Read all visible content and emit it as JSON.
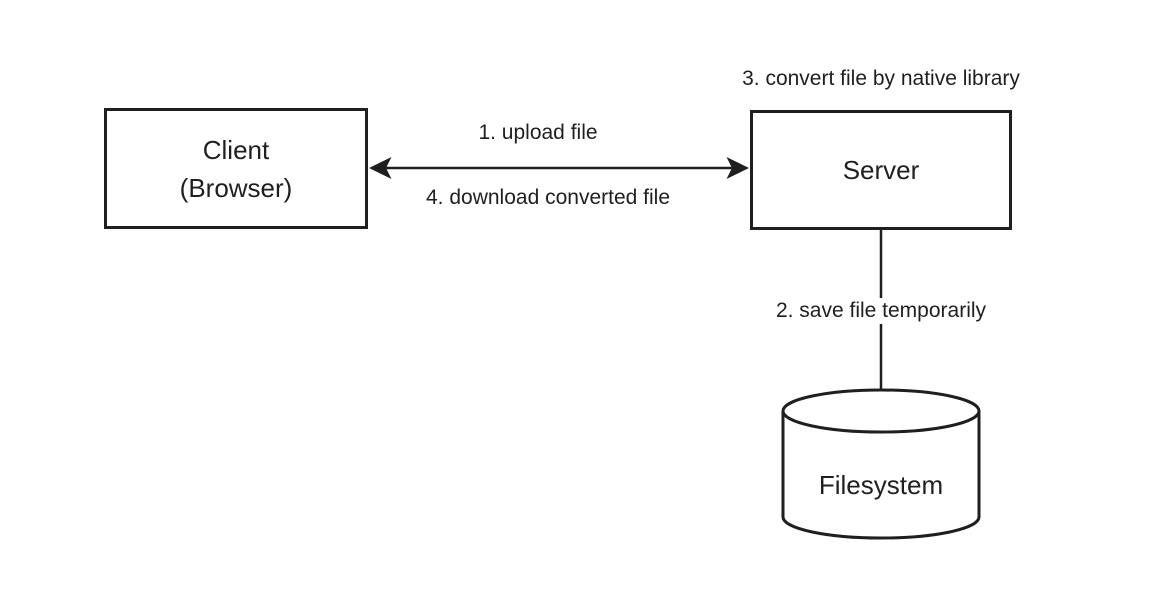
{
  "diagram": {
    "colors": {
      "background": "#ffffff",
      "stroke": "#1f1f1f",
      "text": "#1f1f1f"
    },
    "nodes": {
      "client": {
        "shape": "rectangle",
        "label_line1": "Client",
        "label_line2": "(Browser)"
      },
      "server": {
        "shape": "rectangle",
        "label": "Server"
      },
      "filesystem": {
        "shape": "cylinder",
        "label": "Filesystem"
      }
    },
    "edges": {
      "client_server": {
        "type": "double-arrow",
        "label_top": "1. upload file",
        "label_bottom": "4. download converted file"
      },
      "server_filesystem": {
        "type": "line",
        "label": "2. save file temporarily"
      }
    },
    "annotations": {
      "server_note": "3. convert file by native library"
    }
  }
}
